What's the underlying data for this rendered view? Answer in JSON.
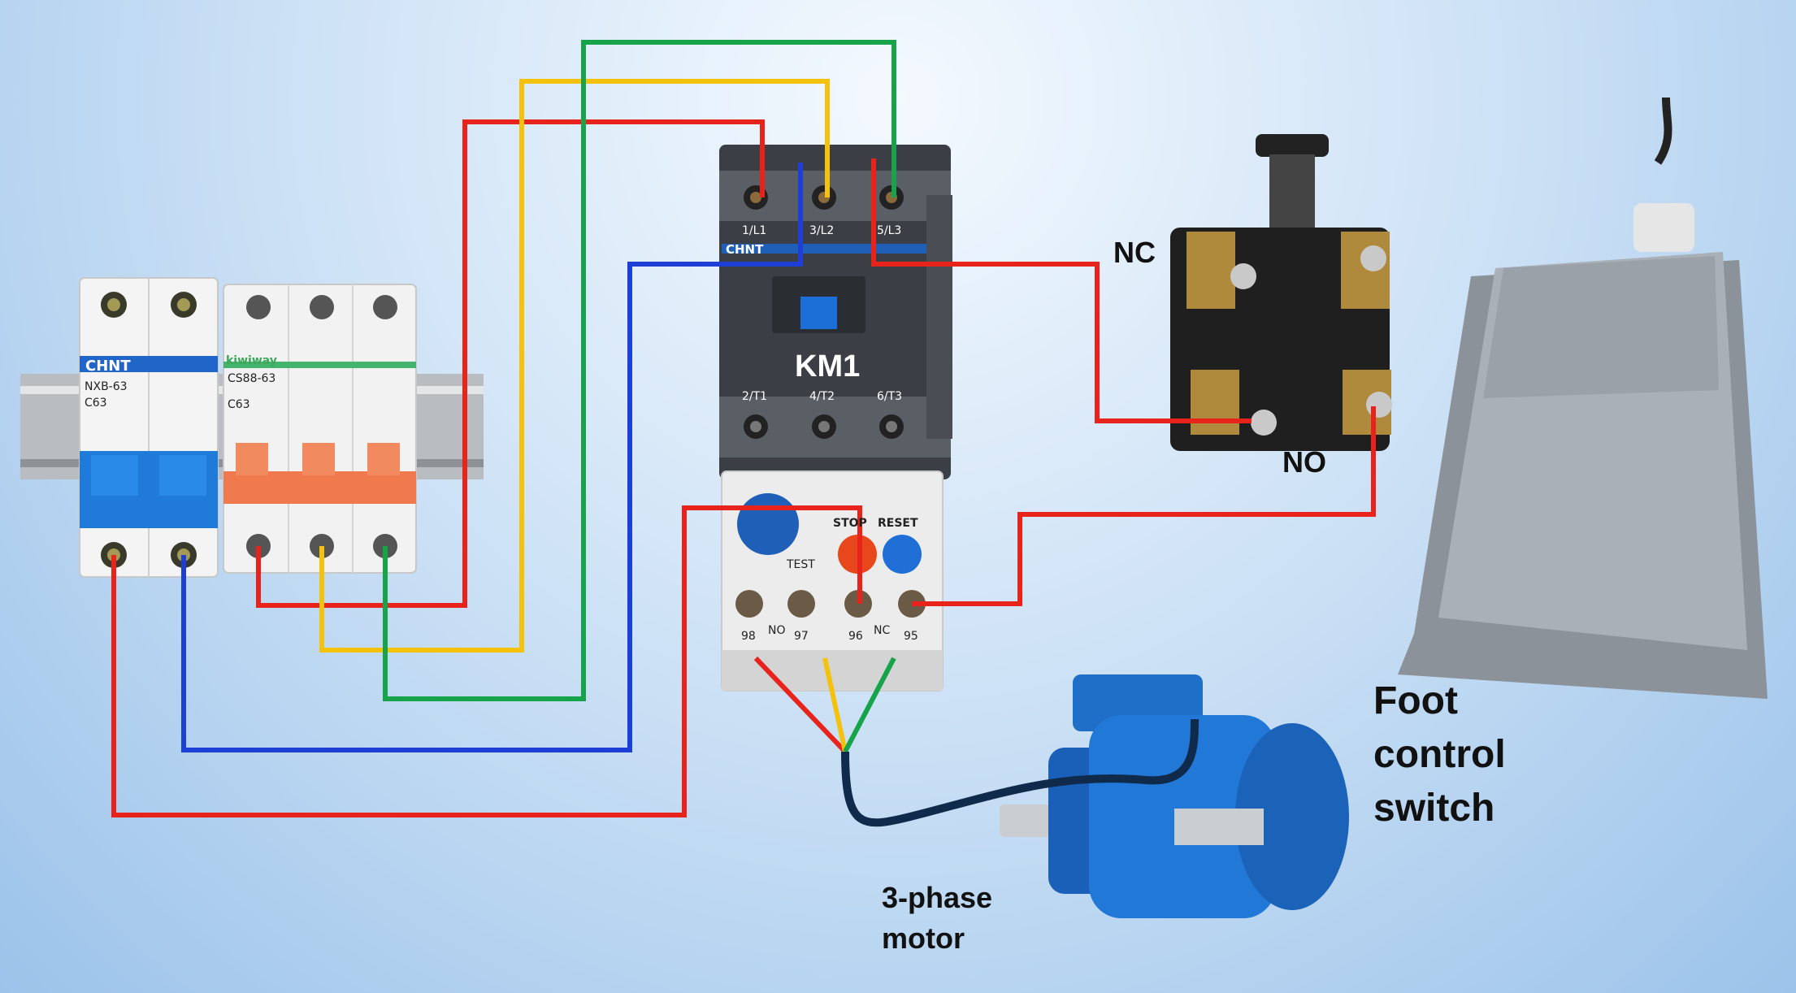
{
  "labels": {
    "nc": "NC",
    "no": "NO",
    "km1": "KM1",
    "motor_line1": "3-phase",
    "motor_line2": "motor",
    "foot_line1": "Foot",
    "foot_line2": "control",
    "foot_line3": "switch"
  },
  "breakers": {
    "mcb_brand": "CHNT",
    "mcb_model": "NXB-63",
    "mcb_rating": "C63",
    "mccb_brand": "kiwiway",
    "mccb_model": "CS88-63",
    "mccb_rating": "C63"
  },
  "contactor": {
    "brand": "CHNT",
    "terminals_top": [
      "1/L1",
      "3/L2",
      "5/L3"
    ],
    "terminals_bottom": [
      "2/T1",
      "4/T2",
      "6/T3"
    ]
  },
  "overload": {
    "stop_label": "STOP",
    "reset_label": "RESET",
    "test_label": "TEST",
    "contact_labels": [
      "98",
      "NO",
      "97",
      "96",
      "NC",
      "95"
    ]
  },
  "colors": {
    "L1": "#e8231b",
    "L2": "#f4c20d",
    "L3": "#16a34a",
    "neutral": "#1d3fd6",
    "control": "#e8231b"
  }
}
